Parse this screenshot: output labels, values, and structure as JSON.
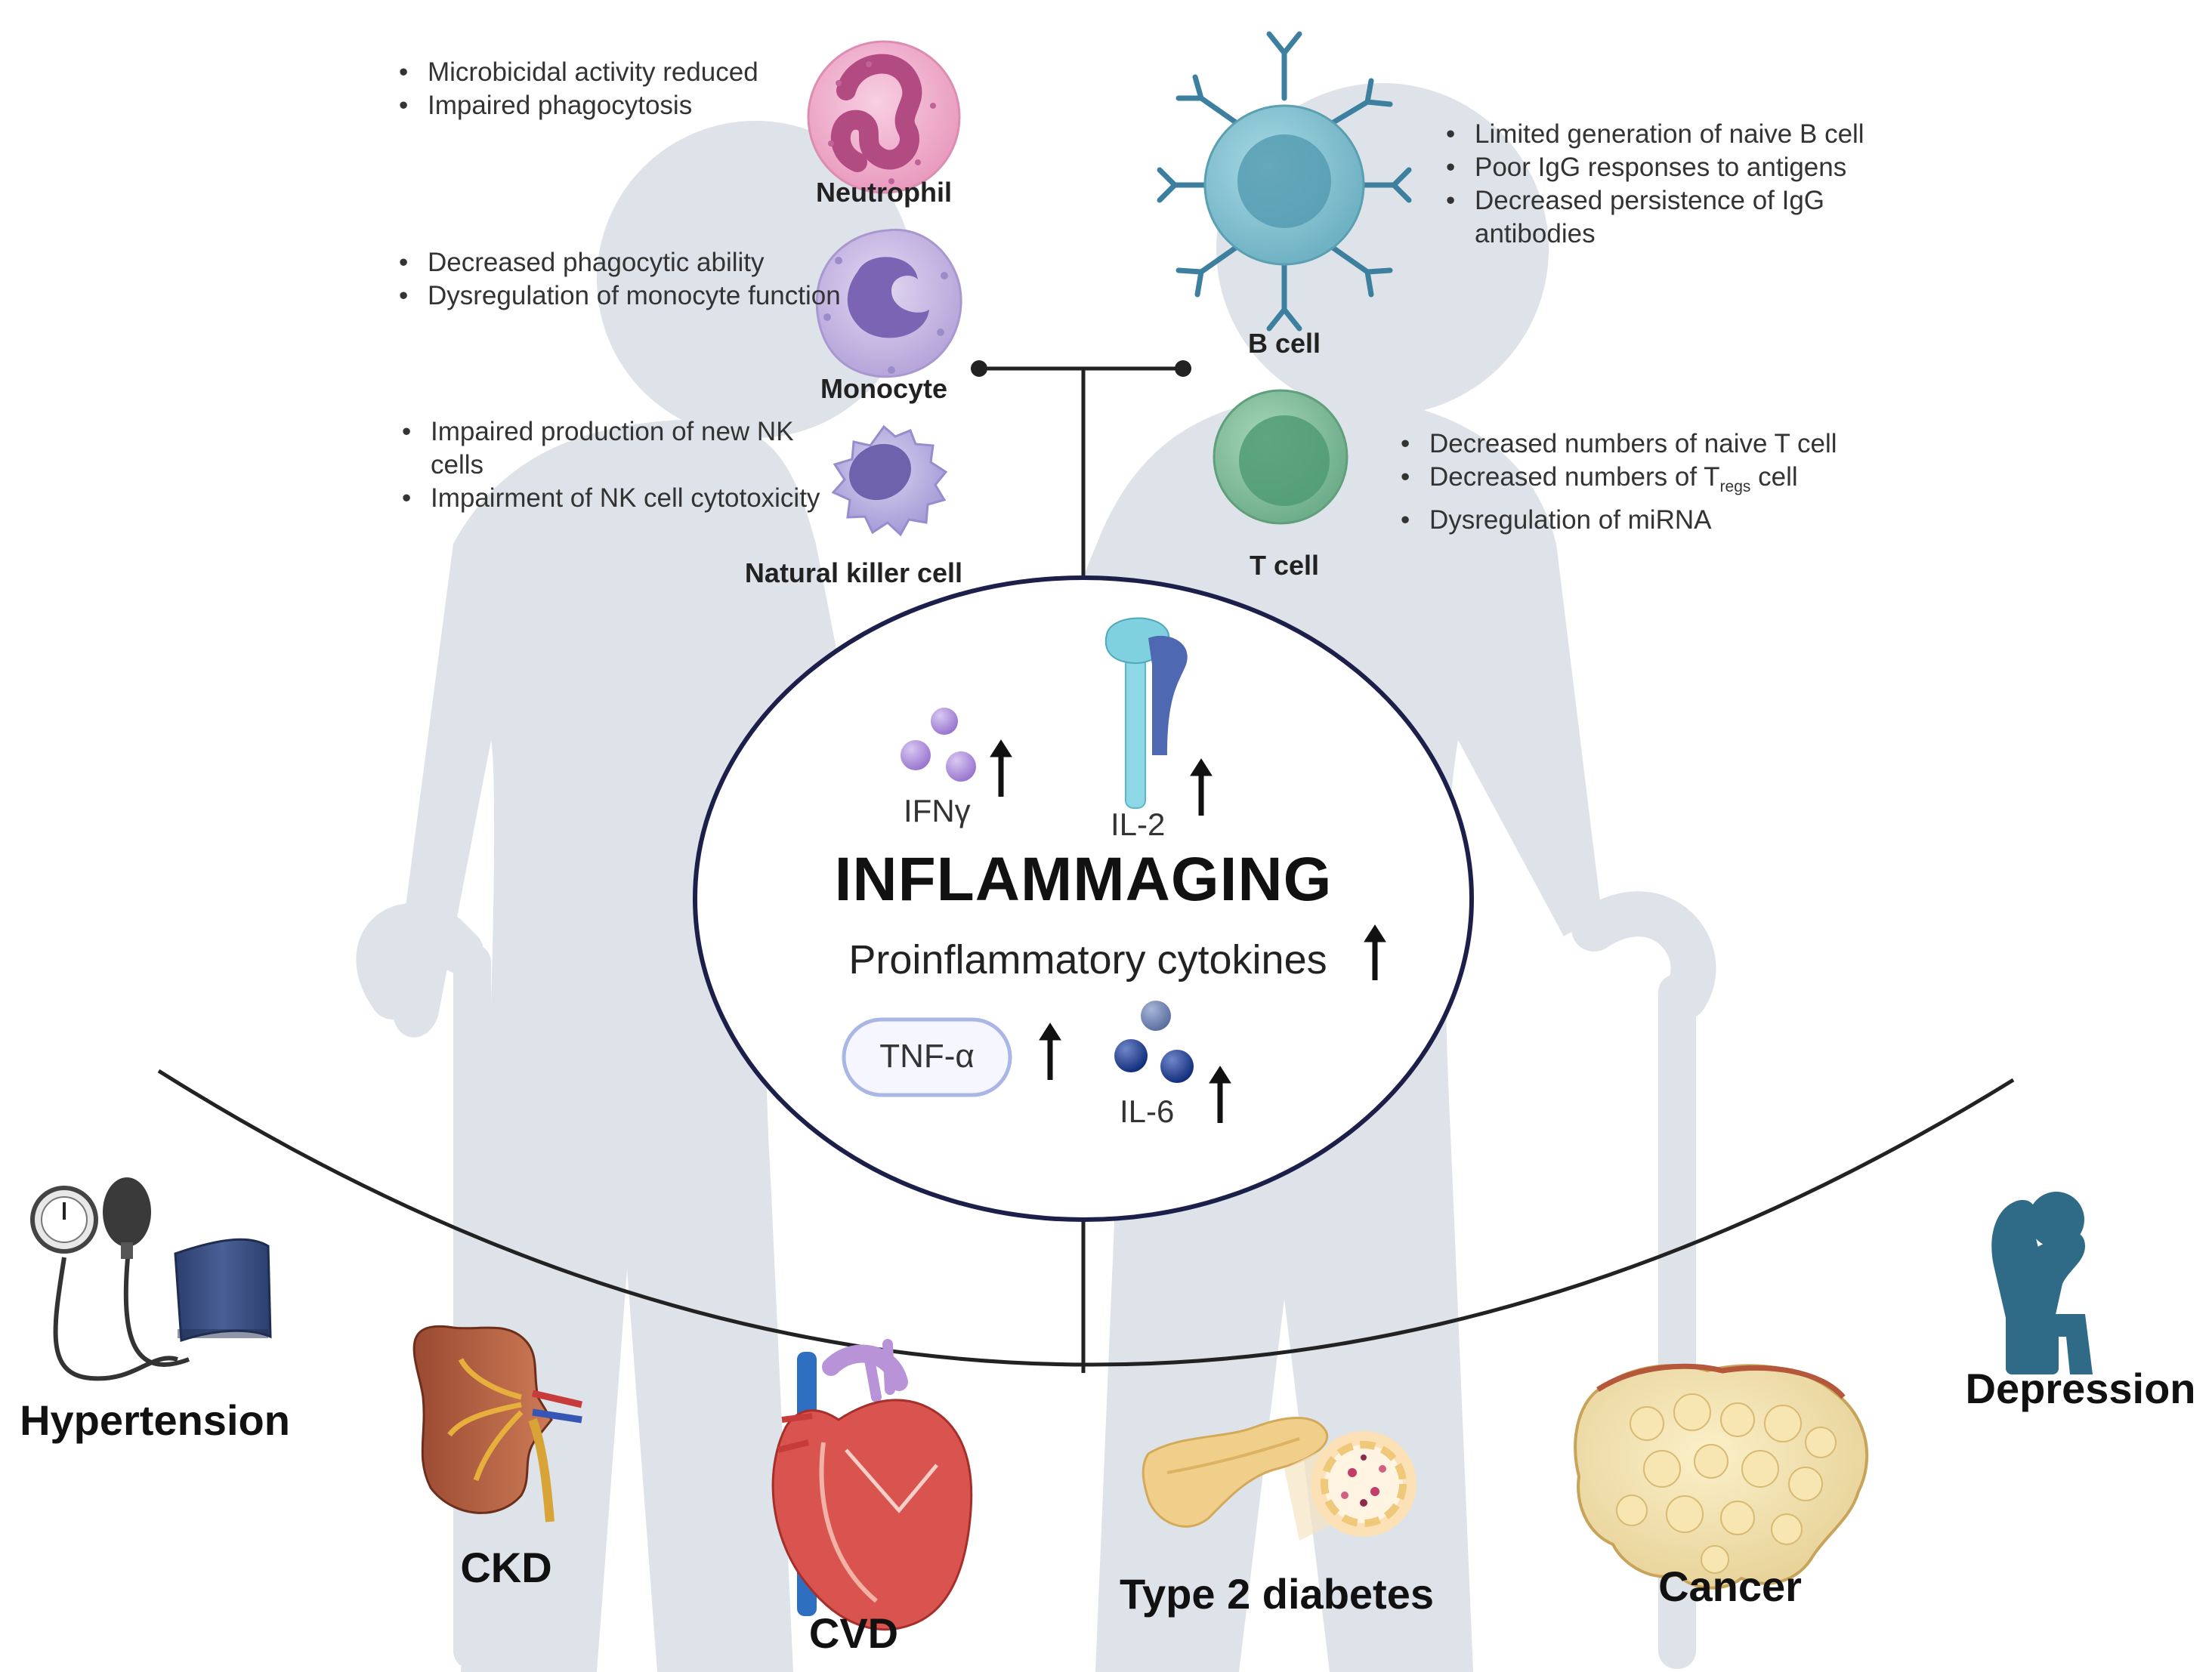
{
  "colors": {
    "silhouette": "#dde3e8",
    "neutrophil": "#eea5c6",
    "monocyte": "#c3b4e0",
    "nk_cell": "#b4abde",
    "b_cell": "#7fbccb",
    "antibody": "#3c7f9f",
    "t_cell": "#7fbc9a",
    "il2_receptor": "#7fd1e0",
    "ifn_gamma": "#a98ad6",
    "il6": "#1f3f8f",
    "tnf_pill_border": "#a9b6e6",
    "depression_figure": "#2f6a86"
  },
  "cells": {
    "neutrophil": {
      "label": "Neutrophil",
      "bullets": [
        "Microbicidal activity reduced",
        "Impaired phagocytosis"
      ]
    },
    "monocyte": {
      "label": "Monocyte",
      "bullets": [
        "Decreased phagocytic ability",
        "Dysregulation of monocyte function"
      ]
    },
    "nk_cell": {
      "label": "Natural killer cell",
      "bullets": [
        "Impaired production of new NK cells",
        "Impairment of NK cell cytotoxicity"
      ]
    },
    "b_cell": {
      "label": "B cell",
      "bullets": [
        "Limited generation of naive B cell",
        "Poor IgG responses to antigens",
        "Decreased persistence of IgG antibodies"
      ]
    },
    "t_cell": {
      "label": "T cell",
      "bullets": [
        "Decreased numbers of naive T cell",
        "Decreased numbers of T",
        "regs",
        " cell",
        "Dysregulation of miRNA"
      ]
    }
  },
  "center": {
    "title": "INFLAMMAGING",
    "subtitle": "Proinflammatory cytokines",
    "cytokines": {
      "ifn": "IFNγ",
      "il2": "IL-2",
      "tnf": "TNF-α",
      "il6": "IL-6"
    }
  },
  "diseases": {
    "hypertension": "Hypertension",
    "ckd": "CKD",
    "cvd": "CVD",
    "diabetes": "Type 2 diabetes",
    "cancer": "Cancer",
    "depression": "Depression"
  }
}
